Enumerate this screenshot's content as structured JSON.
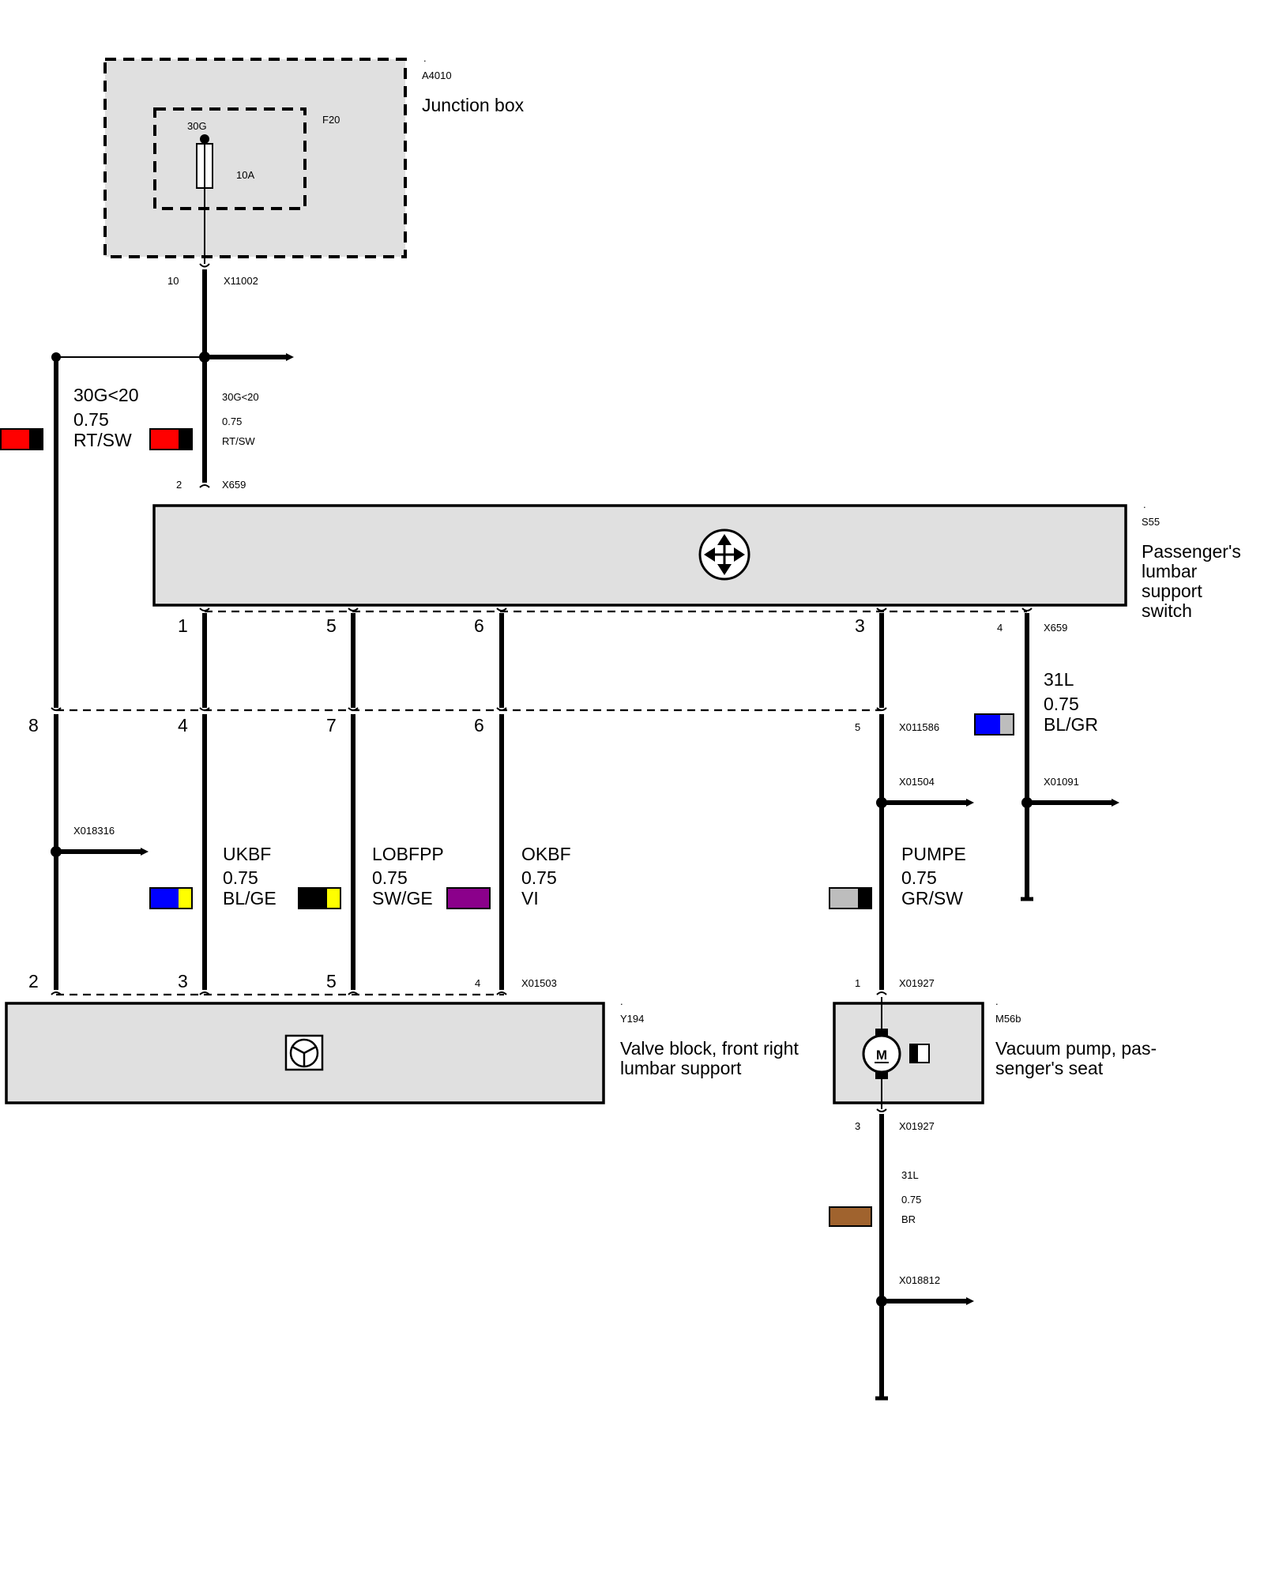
{
  "colors": {
    "component_fill": "#e0e0e0",
    "rt": "#ff0000",
    "sw": "#000000",
    "bl": "#0000ff",
    "ge": "#ffff00",
    "gr": "#bdbdbd",
    "vi": "#8b008b",
    "br": "#a0632e"
  },
  "junction_box": {
    "dot": ".",
    "id": "A4010",
    "name": "Junction box",
    "fuse_id": "F20",
    "fuse_terminal": "30G",
    "fuse_rating": "10A",
    "pin": "10",
    "connector": "X11002"
  },
  "wire_30g_left": {
    "signal": "30G<20",
    "size": "0.75",
    "color": "RT/SW"
  },
  "wire_30g_right": {
    "signal": "30G<20",
    "size": "0.75",
    "color": "RT/SW",
    "pin": "2",
    "connector": "X659"
  },
  "switch": {
    "dot": ".",
    "id": "S55",
    "name_lines": [
      "Passenger's",
      "lumbar",
      "support",
      "switch"
    ],
    "icon": "four-way-arrows-icon",
    "pins": [
      "1",
      "5",
      "6",
      "3"
    ],
    "pin_ground": "4",
    "connector_ground": "X659"
  },
  "ground_31l_right": {
    "signal": "31L",
    "size": "0.75",
    "color": "BL/GR",
    "splice": "X01091"
  },
  "mid_connector": {
    "pins": [
      "8",
      "4",
      "7",
      "6"
    ],
    "pin_pump": "5",
    "connector": "X011586"
  },
  "splice_x018316": "X018316",
  "splice_x01504": "X01504",
  "wire_ukbf": {
    "signal": "UKBF",
    "size": "0.75",
    "color": "BL/GE"
  },
  "wire_lobfpp": {
    "signal": "LOBFPP",
    "size": "0.75",
    "color": "SW/GE"
  },
  "wire_okbf": {
    "signal": "OKBF",
    "size": "0.75",
    "color": "VI"
  },
  "wire_pumpe": {
    "signal": "PUMPE",
    "size": "0.75",
    "color": "GR/SW"
  },
  "valve_block": {
    "dot": ".",
    "id": "Y194",
    "name_lines": [
      "Valve block, front right",
      "lumbar support"
    ],
    "icon": "valve-icon",
    "pins": [
      "2",
      "3",
      "5"
    ],
    "pin_small": "4",
    "connector": "X01503"
  },
  "pump": {
    "dot": ".",
    "id": "M56b",
    "name_lines": [
      "Vacuum pump, pas-",
      "senger's seat"
    ],
    "icon": "motor-icon",
    "motor_letter": "M",
    "pin_top": "1",
    "connector_top": "X01927",
    "pin_bottom": "3",
    "connector_bottom": "X01927"
  },
  "wire_31l_pump": {
    "signal": "31L",
    "size": "0.75",
    "color": "BR"
  },
  "splice_x018812": "X018812"
}
